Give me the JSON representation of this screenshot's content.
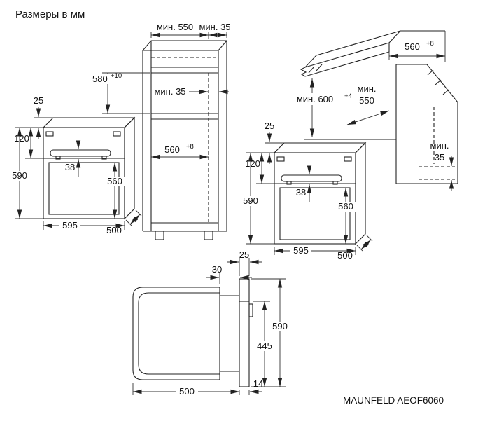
{
  "title": "Размеры в мм",
  "footer_model": "MAUNFELD AEOF6060",
  "tall_cabinet_view": {
    "depth_min": "мин. 550",
    "top_gap_min": "мин. 35",
    "niche_height": "580",
    "niche_height_tol": "+10",
    "rear_gap_min": "мин. 35",
    "niche_depth": "560",
    "niche_depth_tol": "+8"
  },
  "oven_front_view": {
    "front_overhang": "25",
    "panel_height": "120",
    "overall_height": "590",
    "handle_offset": "38",
    "body_height": "560",
    "overall_width": "595",
    "body_depth": "500"
  },
  "base_cabinet_view": {
    "niche_width": "560",
    "niche_width_tol": "+8",
    "niche_height_min": "мин. 600",
    "niche_height_tol": "+4",
    "depth_min_line1": "мин.",
    "depth_min_line2": "550",
    "rear_gap_line1": "мин.",
    "rear_gap_line2": "35"
  },
  "side_section_view": {
    "door_thickness": "25",
    "front_gap": "30",
    "door_height": "590",
    "body_height": "445",
    "body_depth": "500",
    "bottom_lip": "14"
  }
}
